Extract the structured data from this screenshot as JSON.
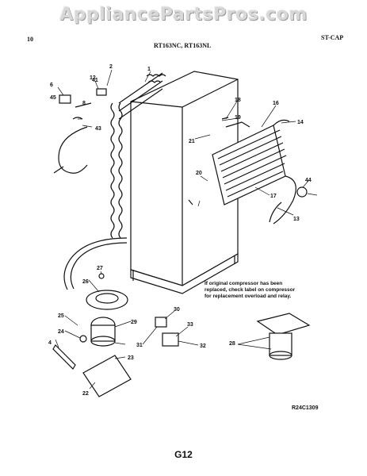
{
  "watermark": "AppliancePartsPros.com",
  "header": {
    "page_number": "10",
    "models": "RT163NC, RT163NL",
    "section_code": "ST-CAP"
  },
  "note": "If original compressor has been replaced, check label on compressor for replacement overload and relay.",
  "reference_number": "R24C1309",
  "footer_code": "G12",
  "callouts": [
    "1",
    "2",
    "4",
    "6",
    "8",
    "12",
    "13",
    "14",
    "16",
    "17",
    "18",
    "19",
    "20",
    "21",
    "22",
    "23",
    "24",
    "25",
    "26",
    "27",
    "28",
    "29",
    "30",
    "31",
    "32",
    "33",
    "41",
    "43",
    "44",
    "45"
  ]
}
